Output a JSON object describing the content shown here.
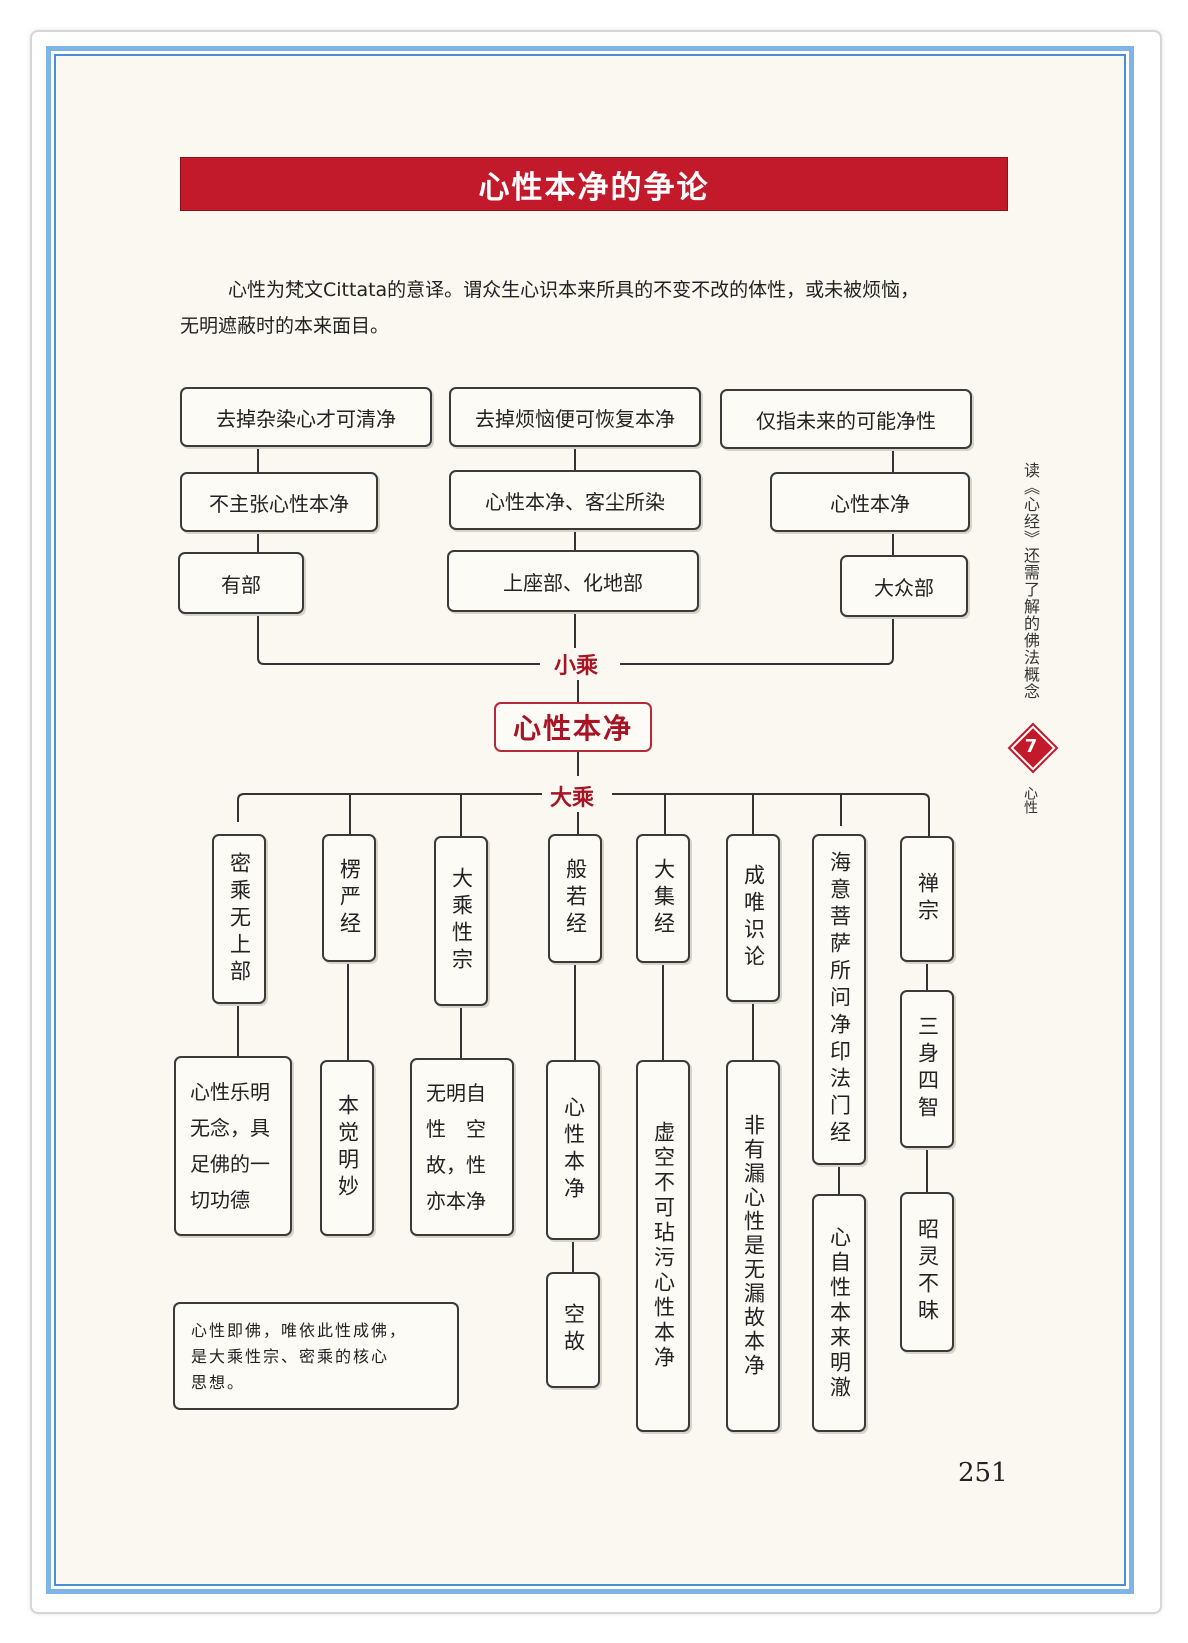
{
  "title": "心性本净的争论",
  "intro": {
    "line1": "心性为梵文Cittata的意译。谓众生心识本来所具的不变不改的体性，或未被烦恼，",
    "line2": "无明遮蔽时的本来面目。"
  },
  "hinayana": {
    "label": "小乘",
    "columns": [
      {
        "view": "去掉杂染心才可清净",
        "position": "不主张心性本净",
        "school": "有部"
      },
      {
        "view": "去掉烦恼便可恢复本净",
        "position": "心性本净、客尘所染",
        "school": "上座部、化地部"
      },
      {
        "view": "仅指未来的可能净性",
        "position": "心性本净",
        "school": "大众部"
      }
    ]
  },
  "center": "心性本净",
  "mahayana": {
    "label": "大乘",
    "columns": [
      {
        "source": "密乘无上部",
        "doctrine": [
          "心性乐明",
          "无念，具",
          "足佛的一",
          "切功德"
        ]
      },
      {
        "source": "楞严经",
        "doctrine": [
          "本觉明妙"
        ]
      },
      {
        "source": "大乘性宗",
        "doctrine": [
          "无明自",
          "性　空",
          "故，性",
          "亦本净"
        ]
      },
      {
        "source": "般若经",
        "doctrine": [
          "心性本净"
        ],
        "extra": "空故"
      },
      {
        "source": "大集经",
        "doctrine": [
          "虚空不可玷污心性本净"
        ]
      },
      {
        "source": "成唯识论",
        "doctrine": [
          "非有漏心性是无漏故本净"
        ]
      },
      {
        "source": "海意菩萨所问净印法门经",
        "doctrine": [
          "心自性本来明澈"
        ]
      },
      {
        "source": "禅宗",
        "doctrine": [
          "三身四智"
        ],
        "extra": "昭灵不昧"
      }
    ]
  },
  "note": [
    "心性即佛，唯依此性成佛，",
    "是大乘性宗、密乘的核心",
    "思想。"
  ],
  "side_title": "读《心经》还需了解的佛法概念",
  "chapter_number": "7",
  "chapter_name": "心性",
  "page_number": "251",
  "colors": {
    "accent_red": "#c21a2a",
    "frame_blue": "#7fb4e6",
    "paper": "#fbf8f1"
  }
}
